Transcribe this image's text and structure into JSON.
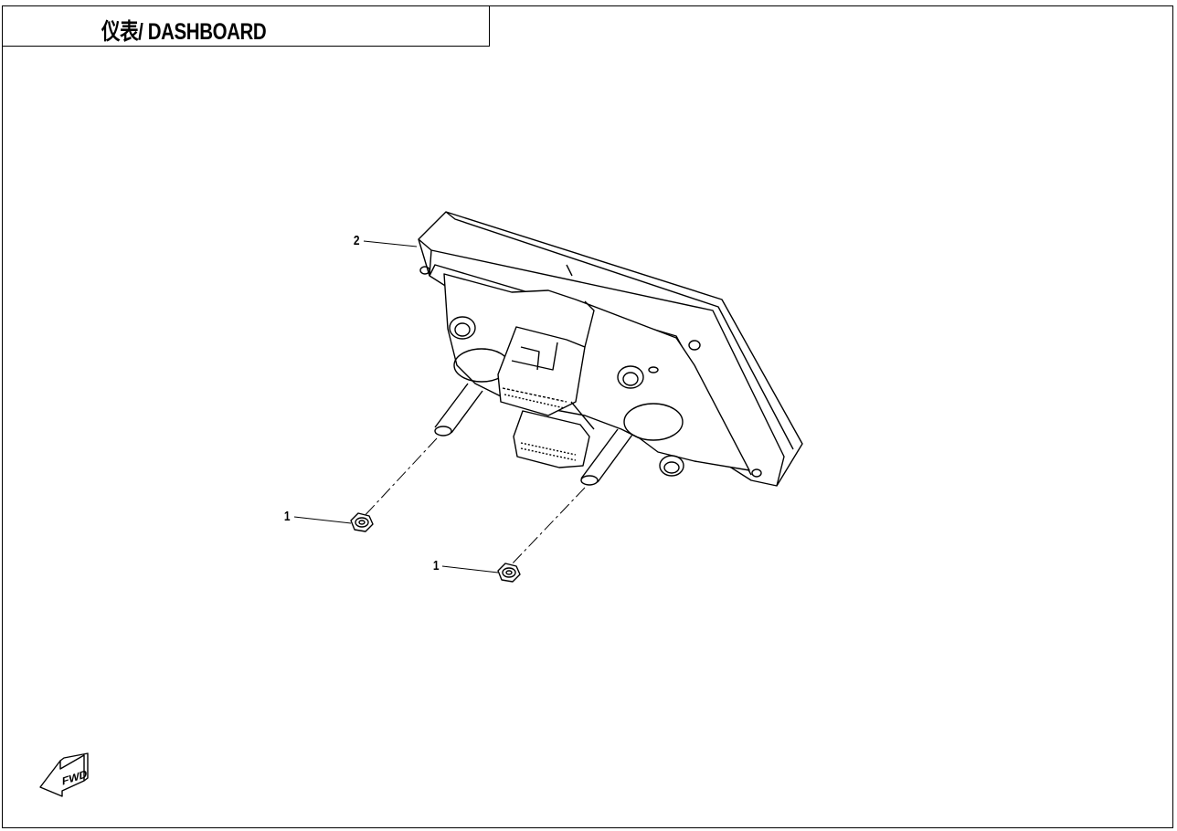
{
  "title": "仪表/ DASHBOARD",
  "callouts": [
    {
      "label": "2",
      "part": "dashboard"
    },
    {
      "label": "1",
      "part": "nut-left"
    },
    {
      "label": "1",
      "part": "nut-right"
    }
  ],
  "fwd_marker": "FWD"
}
